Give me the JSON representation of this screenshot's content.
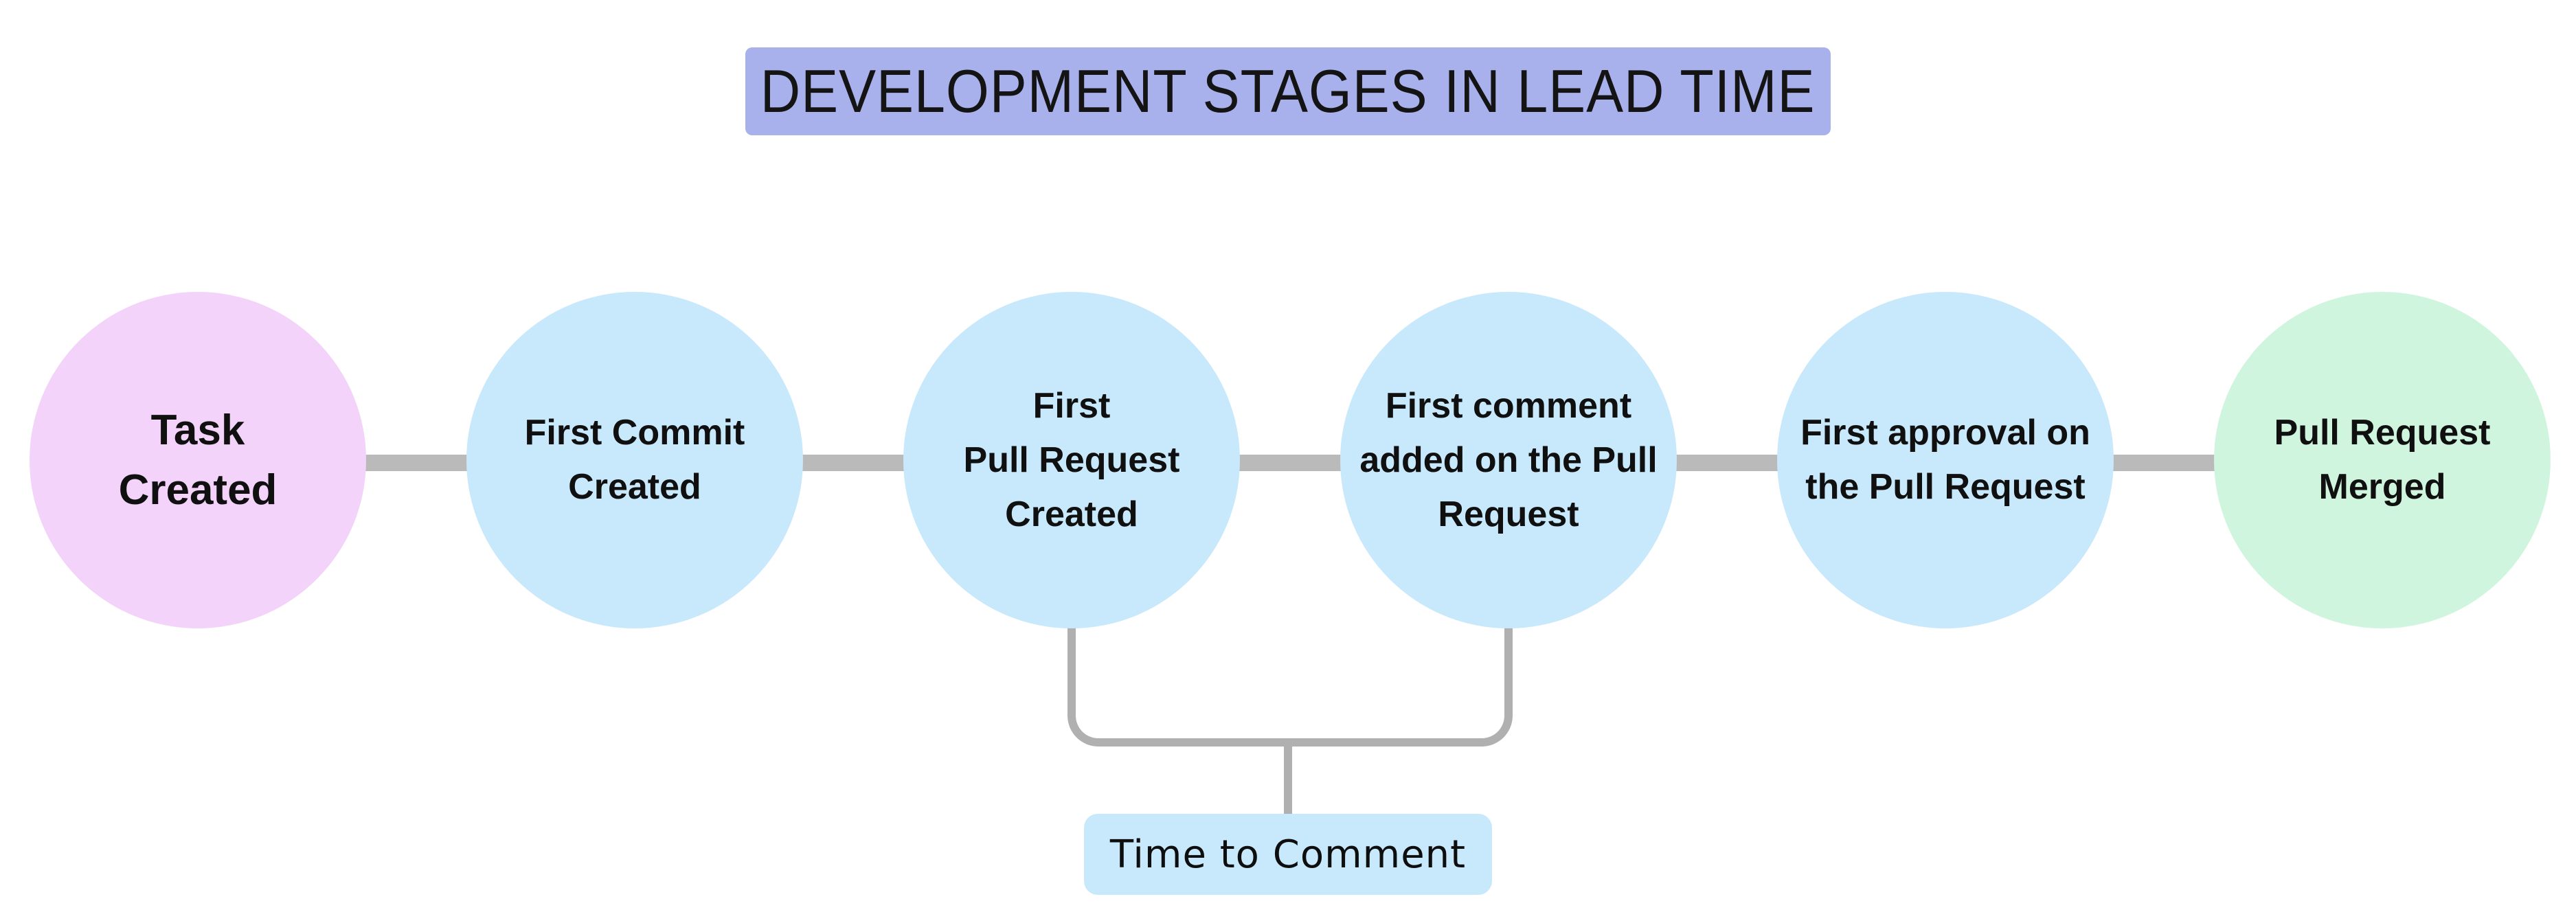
{
  "title": {
    "label": "DEVELOPMENT STAGES IN LEAD TIME",
    "bg": "#a9b1ec"
  },
  "stages": [
    {
      "id": "task-created",
      "label": "Task\nCreated",
      "color": "#f3d3fa"
    },
    {
      "id": "first-commit-created",
      "label": "First Commit\nCreated",
      "color": "#c8e8fb"
    },
    {
      "id": "first-pr-created",
      "label": "First\nPull Request\nCreated",
      "color": "#c8e8fb"
    },
    {
      "id": "first-comment-added",
      "label": "First comment\nadded on the Pull\nRequest",
      "color": "#c8e8fb"
    },
    {
      "id": "first-approval",
      "label": "First approval on\nthe Pull Request",
      "color": "#c8e8fb"
    },
    {
      "id": "pull-request-merged",
      "label": "Pull Request\nMerged",
      "color": "#d0f5de"
    }
  ],
  "annotation": {
    "label": "Time to Comment",
    "bg": "#c8e8fb"
  },
  "connectors": {
    "flow_line_color": "#bababa",
    "bracket_color": "#b0b0b0"
  }
}
